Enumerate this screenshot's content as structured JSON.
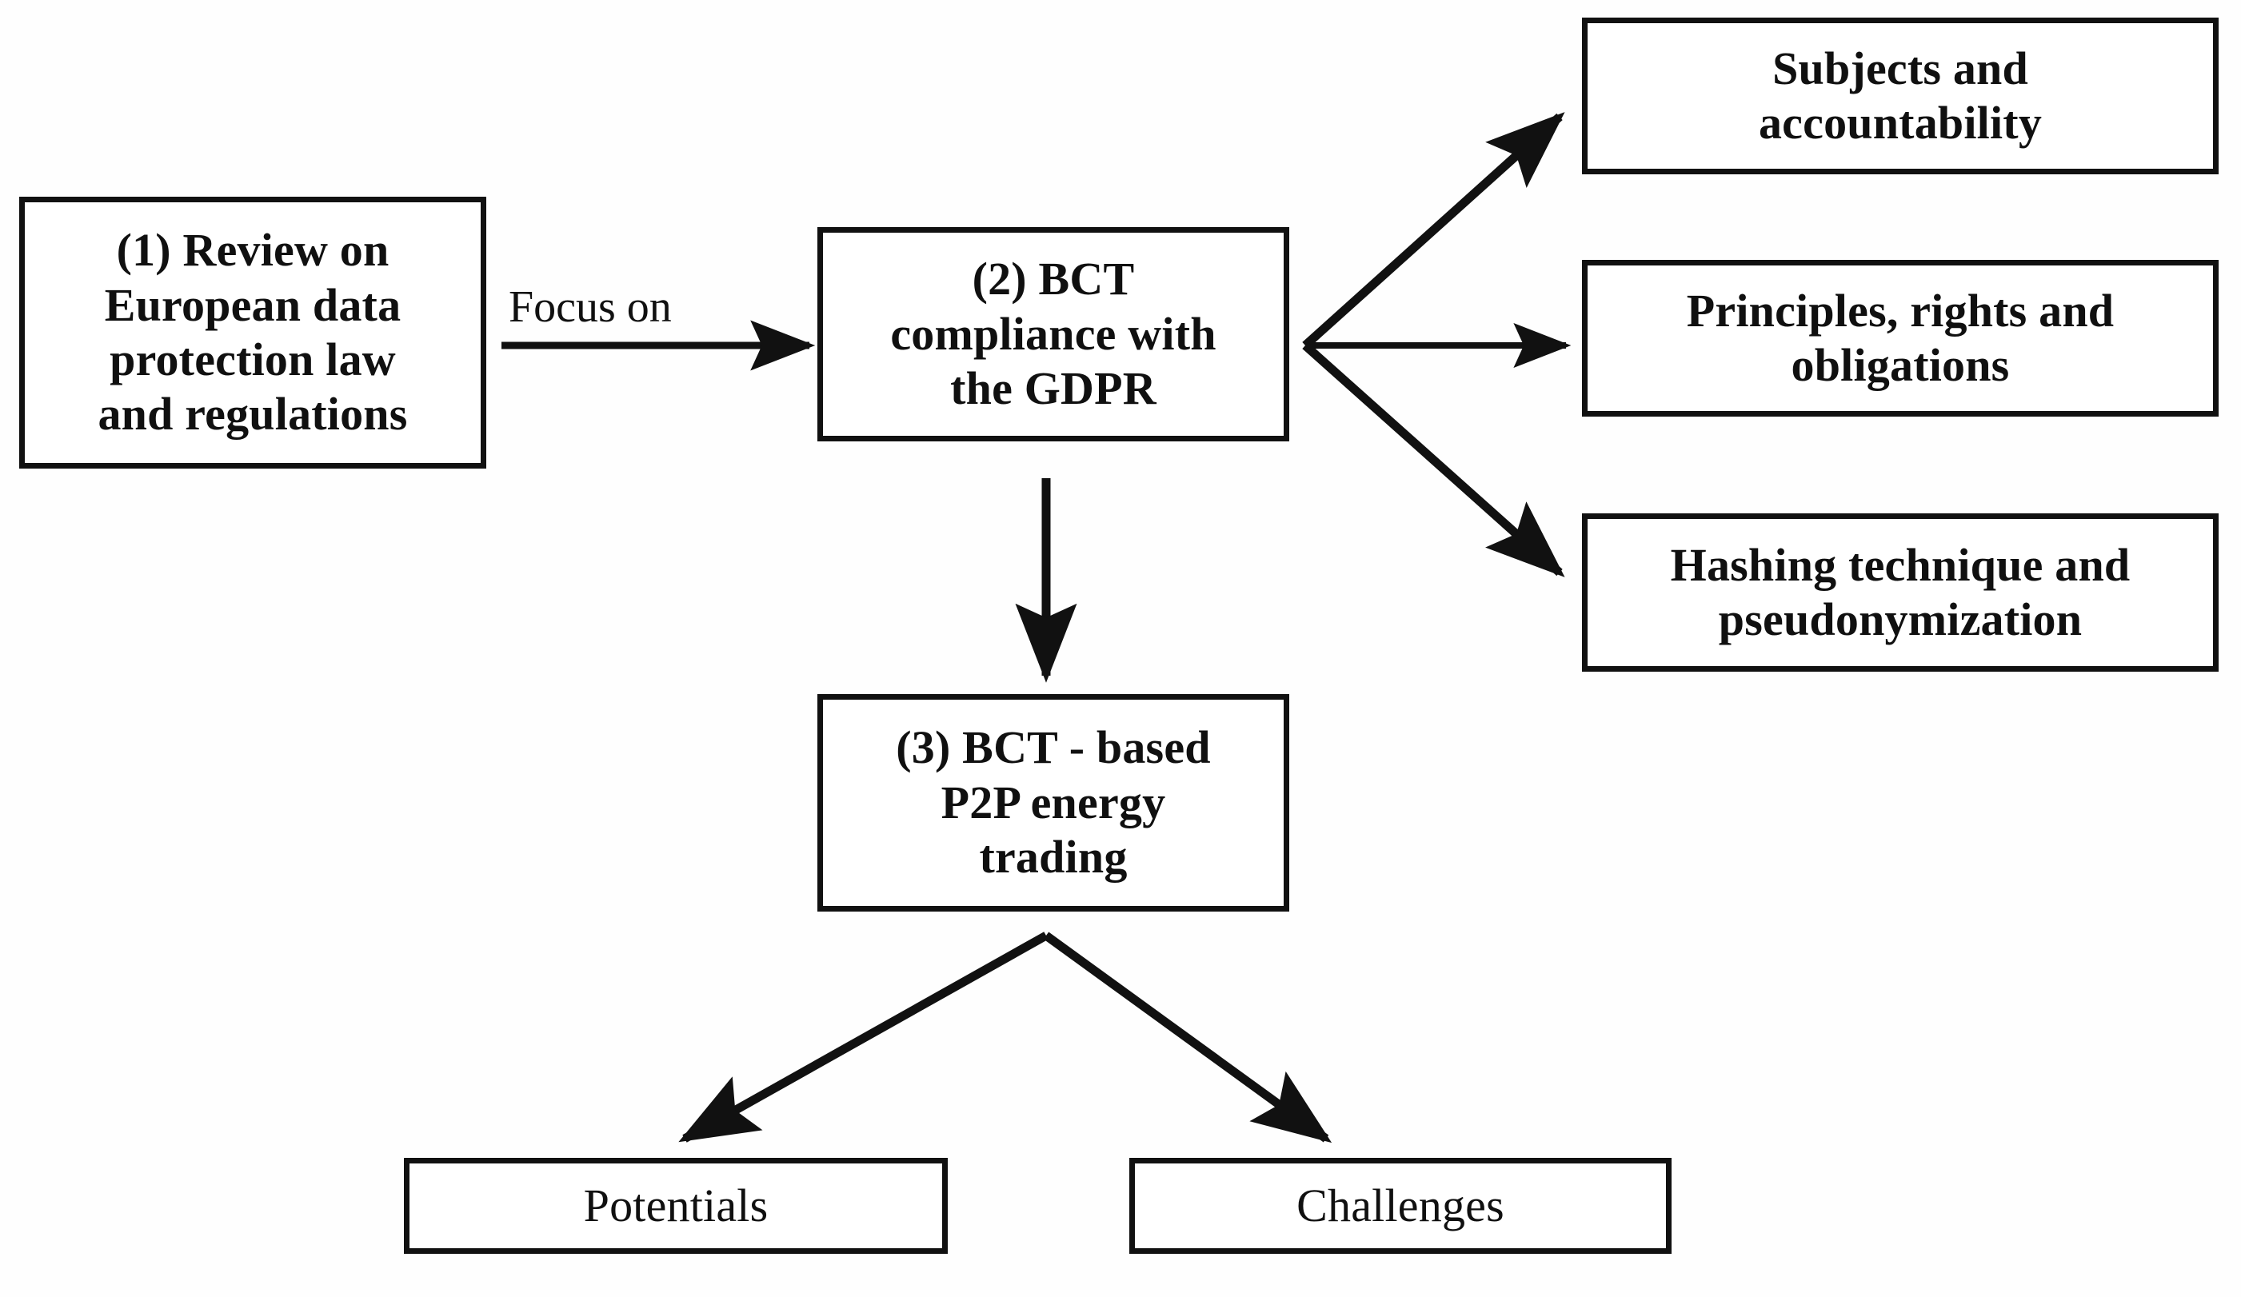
{
  "diagram": {
    "title": "BCT compliance with the GDPR research flow",
    "background_color": "#fefefe",
    "line_color": "#111111",
    "text_color": "#101010",
    "nodes": {
      "review": "(1) Review on\nEuropean data\nprotection law\nand regulations",
      "compliance": "(2) BCT\ncompliance with\nthe GDPR",
      "p2p": "(3) BCT - based\nP2P energy\ntrading",
      "subjects": "Subjects and\naccountability",
      "principles": "Principles, rights and\nobligations",
      "hashing": "Hashing technique and\npseudonymization",
      "potentials": "Potentials",
      "challenges": "Challenges"
    },
    "edge_labels": {
      "focus_on": "Focus on"
    },
    "edges": [
      {
        "name": "review-to-compliance",
        "from": "review",
        "to": "compliance",
        "label": "Focus on"
      },
      {
        "name": "compliance-to-subjects",
        "from": "compliance",
        "to": "subjects",
        "label": ""
      },
      {
        "name": "compliance-to-principles",
        "from": "compliance",
        "to": "principles",
        "label": ""
      },
      {
        "name": "compliance-to-hashing",
        "from": "compliance",
        "to": "hashing",
        "label": ""
      },
      {
        "name": "compliance-to-p2p",
        "from": "compliance",
        "to": "p2p",
        "label": ""
      },
      {
        "name": "p2p-to-potentials",
        "from": "p2p",
        "to": "potentials",
        "label": ""
      },
      {
        "name": "p2p-to-challenges",
        "from": "p2p",
        "to": "challenges",
        "label": ""
      }
    ]
  }
}
